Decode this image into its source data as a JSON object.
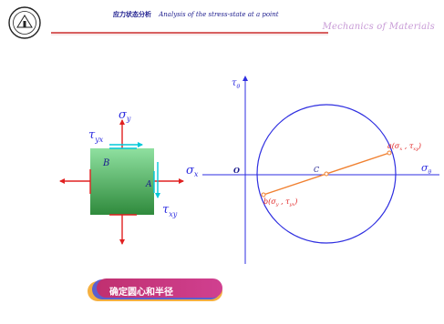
{
  "header": {
    "title_cn": "应力状态分析",
    "title_en": "Analysis of the stress-state at a point",
    "brand": "Mechanics of Materials"
  },
  "element": {
    "face_b": "B",
    "face_a": "A",
    "sigma_y": "σ",
    "sigma_y_sub": "y",
    "tau_yx": "τ",
    "tau_yx_sub": "yx",
    "sigma_x": "σ",
    "sigma_x_sub": "x",
    "tau_xy": "τ",
    "tau_xy_sub": "xy"
  },
  "mohr": {
    "axis_tau": "τ",
    "axis_tau_sub": "θ",
    "axis_sigma": "σ",
    "axis_sigma_sub": "θ",
    "origin": "O",
    "center": "C",
    "point_a": "a(σ",
    "point_a_sub1": "x",
    "point_a_mid": " , τ",
    "point_a_sub2": "xy",
    "point_a_end": ")",
    "point_b": "b(σ",
    "point_b_sub1": "y",
    "point_b_mid": " , τ",
    "point_b_sub2": "yx",
    "point_b_end": ")"
  },
  "button": {
    "label": "确定圆心和半径"
  },
  "colors": {
    "accent_red": "#e02020",
    "circle_blue": "#2e2ee0",
    "cyan": "#00c8d8",
    "diameter": "#f08030",
    "header_line": "#c00000"
  }
}
